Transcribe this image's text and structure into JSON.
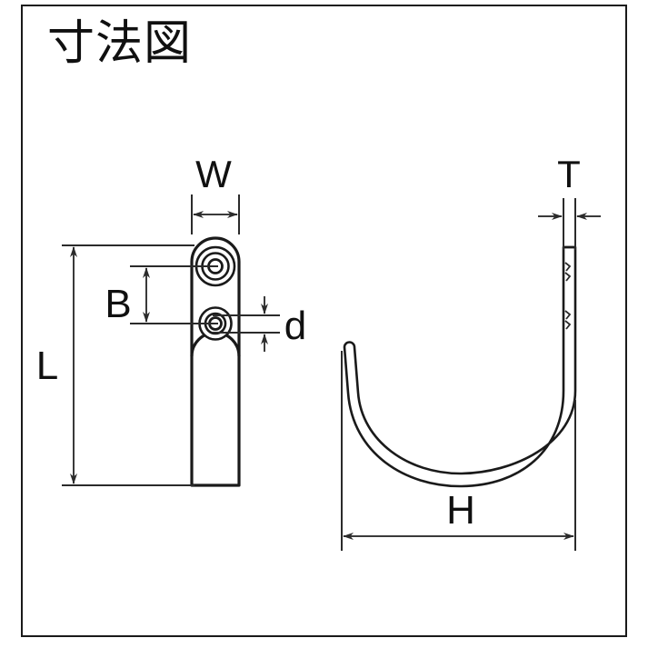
{
  "title": "寸法図",
  "figure": {
    "kind": "technical-dimension-drawing",
    "subject": "wall hook (J-hook) with mounting plate",
    "views": [
      {
        "name": "front-view",
        "description": "flat mounting plate with two countersunk screw holes, rounded top"
      },
      {
        "name": "side-view",
        "description": "J shaped hook profile, straight vertical shank on the right curving into a U at the bottom"
      }
    ]
  },
  "dimensions": {
    "W": {
      "label": "W",
      "meaning": "plate width",
      "view": "front-view",
      "orientation": "horizontal",
      "arrow_style": "double-headed-inside"
    },
    "L": {
      "label": "L",
      "meaning": "overall plate length",
      "view": "front-view",
      "orientation": "vertical",
      "arrow_style": "double-headed-inside"
    },
    "B": {
      "label": "B",
      "meaning": "hole centre to hole centre distance",
      "view": "front-view",
      "orientation": "vertical",
      "arrow_style": "double-headed-inside"
    },
    "d": {
      "label": "d",
      "meaning": "screw hole diameter",
      "view": "front-view",
      "orientation": "vertical",
      "arrow_style": "arrows-outside"
    },
    "T": {
      "label": "T",
      "meaning": "material thickness",
      "view": "side-view",
      "orientation": "horizontal",
      "arrow_style": "arrows-outside"
    },
    "H": {
      "label": "H",
      "meaning": "hook depth / overall projection",
      "view": "side-view",
      "orientation": "horizontal",
      "arrow_style": "double-headed-inside"
    }
  },
  "colors": {
    "line": "#1a1a1a",
    "dimension_line": "#3a3a3a",
    "background": "#ffffff",
    "frame": "#1a1a1a"
  }
}
